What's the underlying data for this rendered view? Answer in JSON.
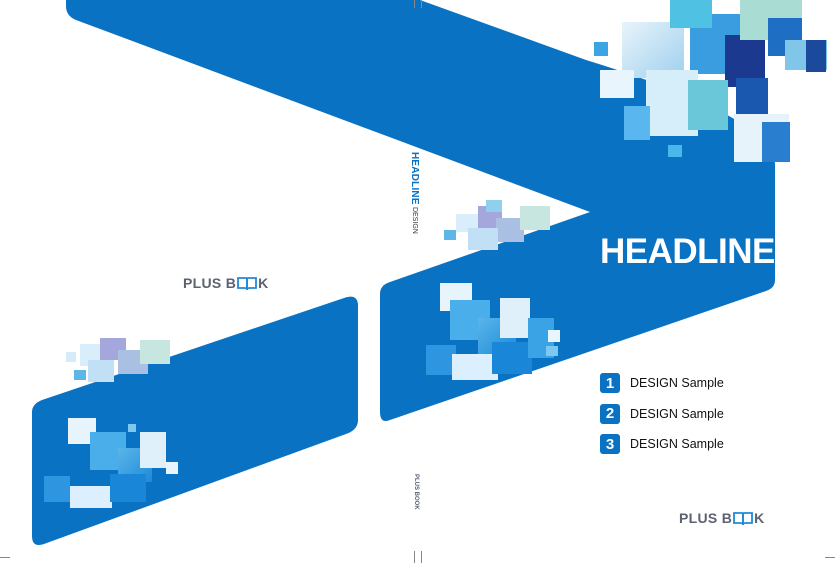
{
  "front_cover": {
    "headline": "HEADLINE",
    "items": [
      {
        "number": "1",
        "label": "DESIGN Sample"
      },
      {
        "number": "2",
        "label": "DESIGN Sample"
      },
      {
        "number": "3",
        "label": "DESIGN Sample"
      }
    ],
    "logo": {
      "prefix": "PLUS B",
      "suffix": "K"
    }
  },
  "back_cover": {
    "logo": {
      "prefix": "PLUS B",
      "suffix": "K"
    }
  },
  "spine": {
    "headline": "HEADLINE",
    "subtitle": "DESIGN",
    "logo": "PLUS BOOK"
  },
  "colors": {
    "primary_blue": "#0a72c3",
    "logo_gray": "#5b6270"
  }
}
